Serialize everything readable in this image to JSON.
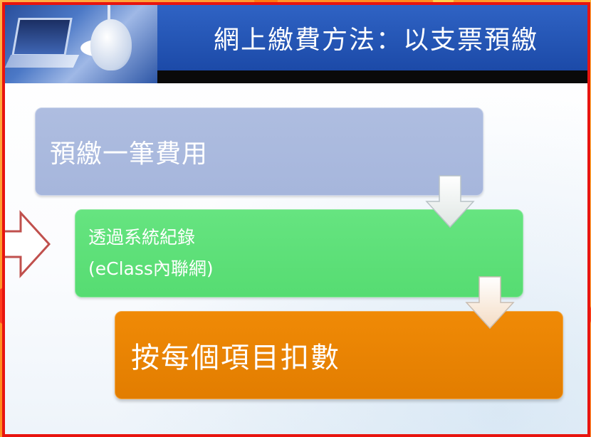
{
  "slide": {
    "title": "網上繳費方法：以支票預繳"
  },
  "steps": [
    {
      "lines": [
        "預繳一筆費用"
      ]
    },
    {
      "lines": [
        "透過系統紀錄",
        "(eClass內聯網)"
      ]
    },
    {
      "lines": [
        "按每個項目扣數"
      ]
    }
  ],
  "colors": {
    "frame": "#e8140f",
    "header": "#2f63c4",
    "step1": "#a6b6dc",
    "step2": "#5ade76",
    "step3": "#e88300",
    "pointer_arrow": "#c0504d"
  },
  "icons": {
    "header_image": "computer-mouse-photo",
    "connector": "down-arrow-icon",
    "pointer": "right-arrow-icon"
  }
}
